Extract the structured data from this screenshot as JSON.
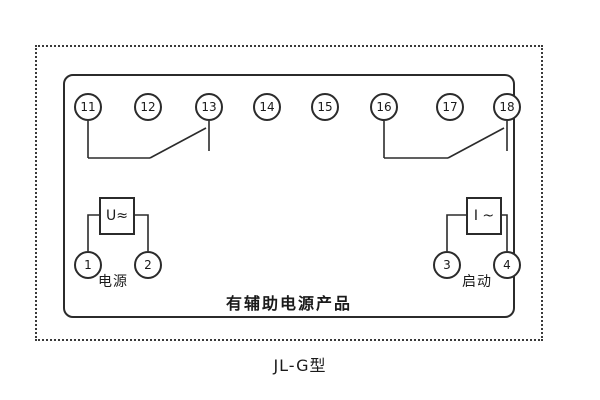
{
  "diagram": {
    "title": "JL-G型",
    "caption": "有辅助电源产品",
    "top_terminals": [
      "11",
      "12",
      "13",
      "14",
      "15",
      "16",
      "17",
      "18"
    ],
    "bottom_left_group": {
      "box_label": "U≈",
      "terminal_1": "1",
      "terminal_2": "2",
      "label": "电源"
    },
    "bottom_right_group": {
      "box_label": "I ~",
      "terminal_3": "3",
      "terminal_4": "4",
      "label": "启动"
    },
    "colors": {
      "line": "#2b2b2b",
      "background": "#ffffff"
    }
  }
}
